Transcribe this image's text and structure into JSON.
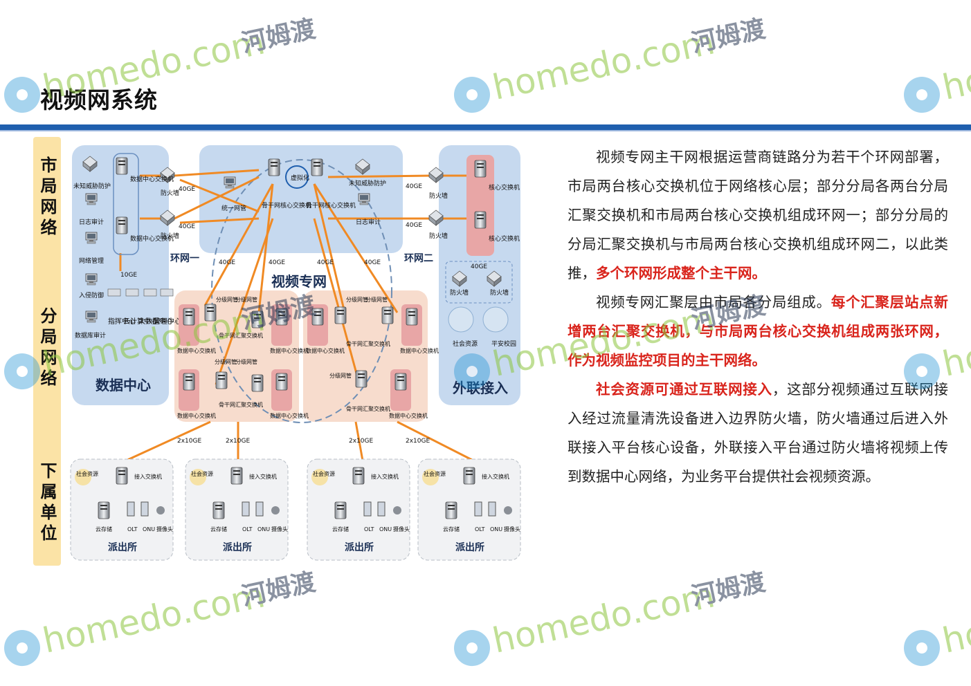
{
  "title": "视频网系统",
  "levels": {
    "city": "市局网络",
    "branch": "分局网络",
    "sub": "下属单位"
  },
  "diagram": {
    "main_label": "视频专网",
    "data_center": {
      "label": "数据中心",
      "threat": "未知威胁防护",
      "log": "日志审计",
      "netmgmt": "网络管理",
      "intrusion": "入侵防御",
      "dbaudit": "数据库审计",
      "dc_switch": "数据中心交换机",
      "link10": "10GE",
      "firewall": "防火墙",
      "link40": "40GE",
      "centers": [
        "指挥中心",
        "云计算中心",
        "大数据中心",
        "管理中心"
      ]
    },
    "backbone": {
      "mgmt": "统一网管",
      "virtual": "虚拟化",
      "core_switch": "骨干网核心交换机",
      "threat": "未知威胁防护",
      "log": "日志审计",
      "ring1": "环网一",
      "ring2": "环网二",
      "link40": "40GE"
    },
    "external": {
      "label": "外联接入",
      "core": "核心交换机",
      "firewall": "防火墙",
      "link40": "40GE",
      "social": "社会资源",
      "campus": "平安校园"
    },
    "branch": {
      "branch_mgmt": "分级网管",
      "agg_switch": "骨干网汇聚交换机",
      "dc_switch": "数据中心交换机"
    },
    "links": {
      "uplink": "2x10GE"
    },
    "unit": {
      "label": "派出所",
      "social": "社会资源",
      "access_switch": "接入交换机",
      "storage": "云存储",
      "olt": "OLT",
      "onu": "ONU",
      "camera": "摄像头"
    }
  },
  "paragraphs": [
    {
      "normal": "视频专网主干网根据运营商链路分为若干个环网部署，市局两台核心交换机位于网络核心层；部分分局各两台分局汇聚交换机和市局两台核心交换机组成环网一；部分分局的分局汇聚交换机与市局两台核心交换机组成环网二，以此类推，",
      "red": "多个环网形成整个主干网。",
      "tail": ""
    },
    {
      "normal": "视频专网汇聚层由市局各分局组成。",
      "red": "每个汇聚层站点新增两台汇聚交换机，与市局两台核心交换机组成两张环网，作为视频监控项目的主干网络。",
      "tail": ""
    },
    {
      "normal": "",
      "red": "社会资源可通过互联网接入",
      "tail": "，这部分视频通过互联网接入经过流量清洗设备进入边界防火墙，防火墙通过后进入外联接入平台核心设备，外联接入平台通过防火墙将视频上传到数据中心网络，为业务平台提供社会视频资源。"
    }
  ],
  "watermark": {
    "latin": "homedo.com",
    "cjk": "河姆渡"
  },
  "colors": {
    "accent_blue": "#1f5fae",
    "red_text": "#d9241c",
    "link_orange": "#f08a24",
    "zone_blue": "#c6d9ef",
    "zone_pink": "#f7dccd",
    "level_bar": "#fbe3a6",
    "wm_green": "#8dc63f",
    "wm_blue": "#1a8fd1"
  }
}
